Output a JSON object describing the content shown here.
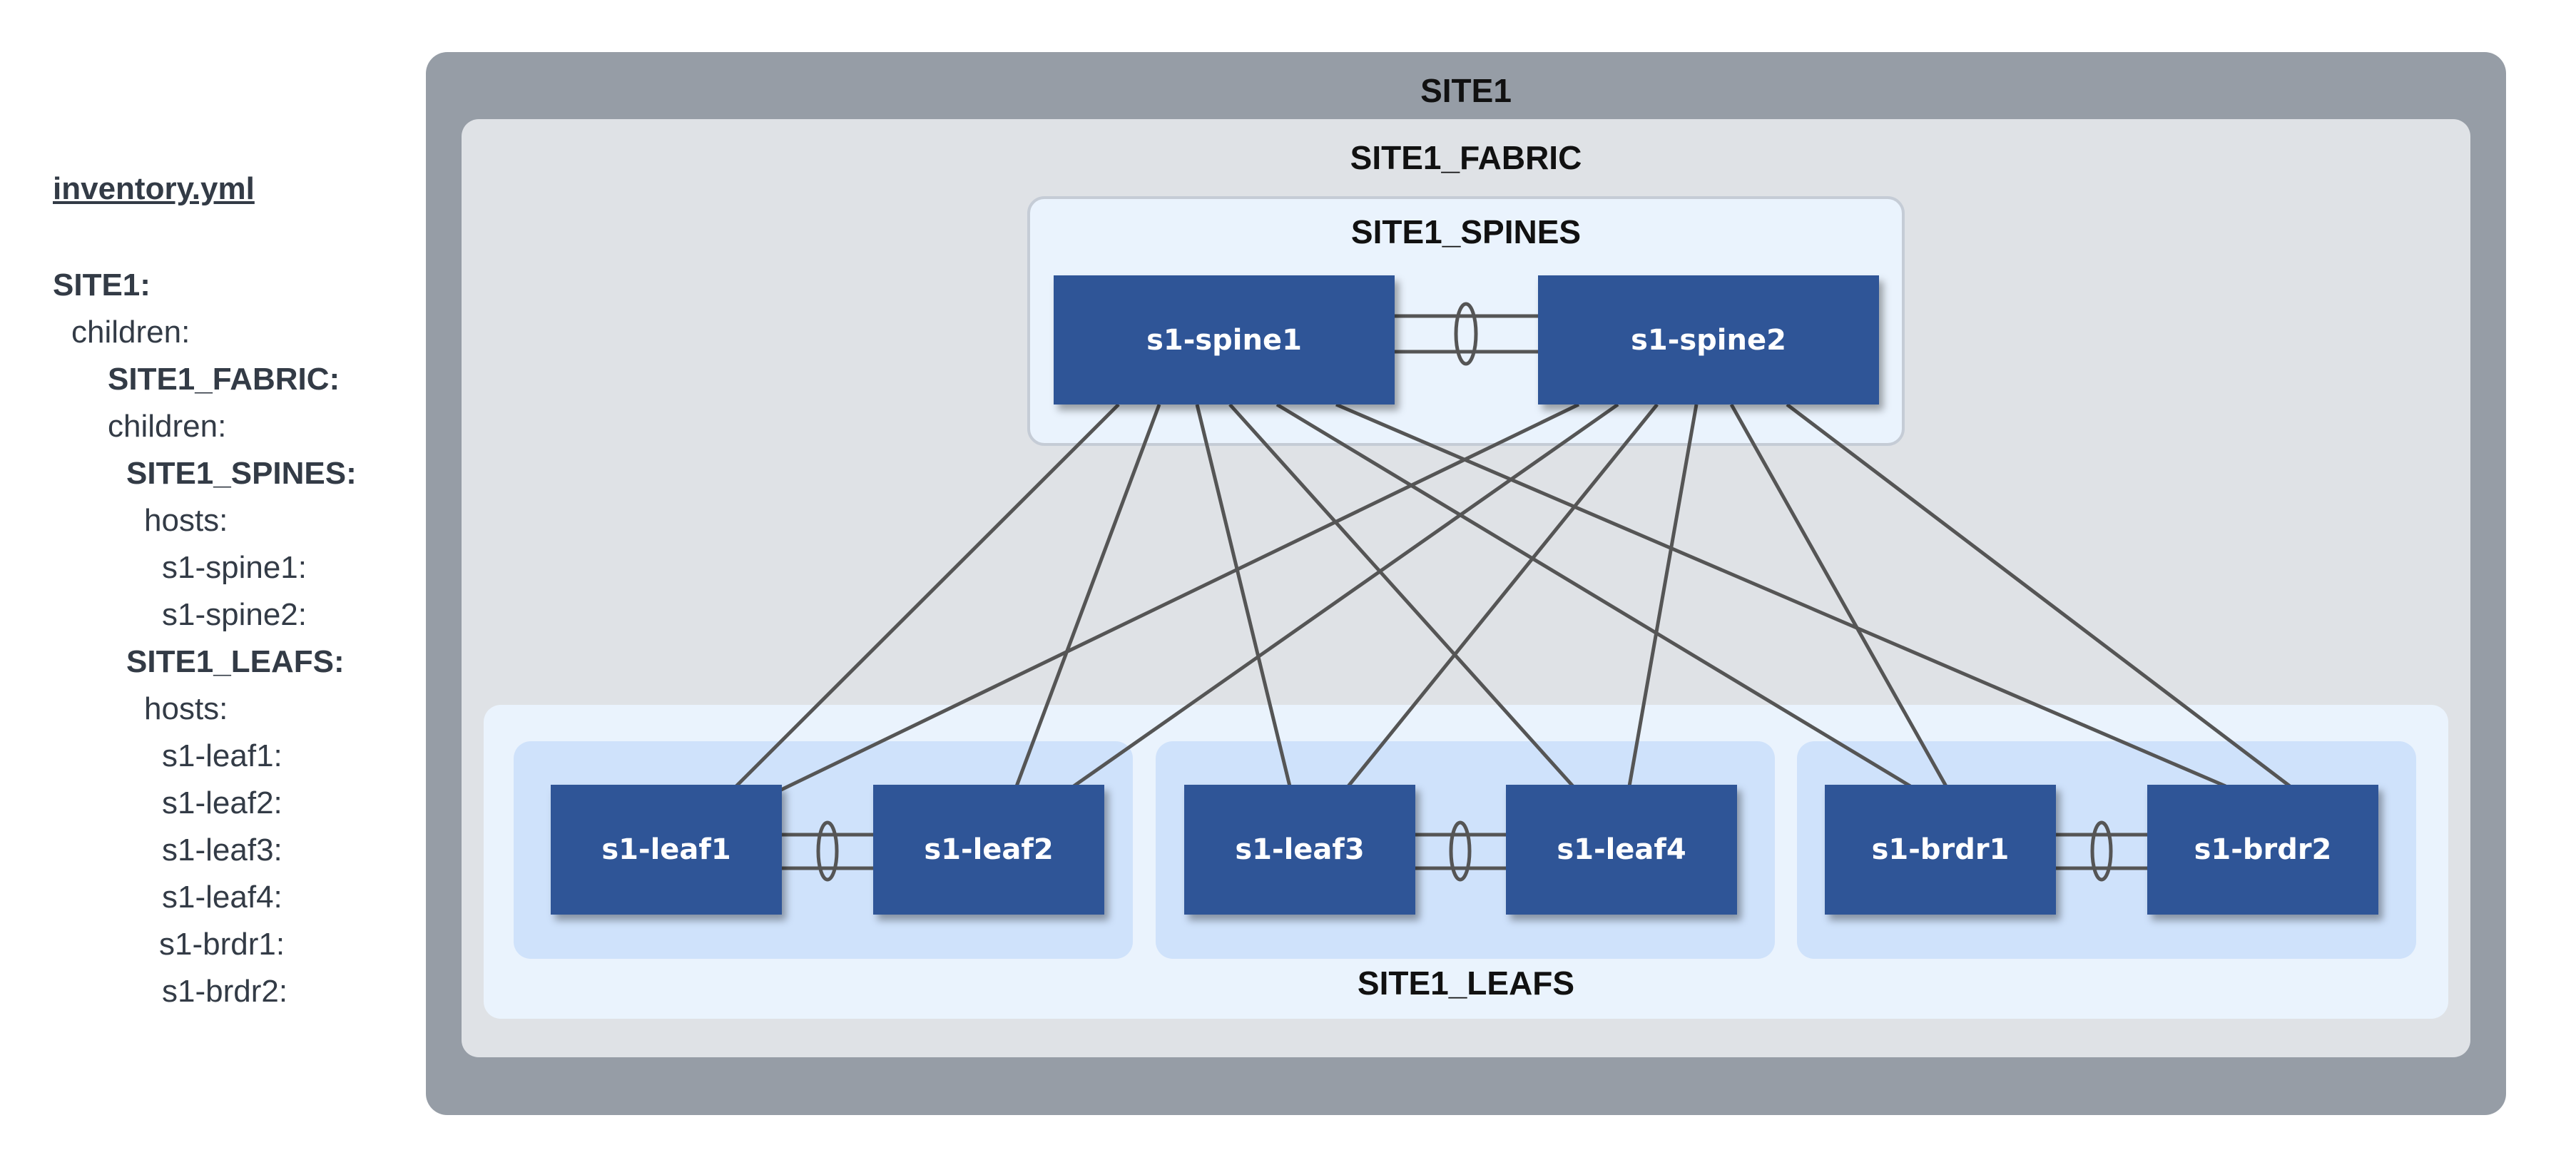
{
  "inventory": {
    "title": "inventory.yml",
    "lines": [
      "SITE1:",
      "children:",
      "SITE1_FABRIC:",
      "children:",
      "SITE1_SPINES:",
      "hosts:",
      "s1-spine1:",
      "s1-spine2:",
      "SITE1_LEAFS:",
      "hosts:",
      "s1-leaf1:",
      "s1-leaf2:",
      "s1-leaf3:",
      "s1-leaf4:",
      "s1-brdr1:",
      "s1-brdr2:"
    ]
  },
  "groups": {
    "site": "SITE1",
    "fabric": "SITE1_FABRIC",
    "spines": "SITE1_SPINES",
    "leafs": "SITE1_LEAFS"
  },
  "nodes": {
    "spine1": "s1-spine1",
    "spine2": "s1-spine2",
    "leaf1": "s1-leaf1",
    "leaf2": "s1-leaf2",
    "leaf3": "s1-leaf3",
    "leaf4": "s1-leaf4",
    "brdr1": "s1-brdr1",
    "brdr2": "s1-brdr2"
  },
  "colors": {
    "site_bg": "#969da6",
    "fabric_bg": "#dfe2e6",
    "group_bg": "#eaf3fd",
    "pair_bg": "#cfe2fb",
    "node_bg": "#2f5597",
    "link": "#555555"
  }
}
